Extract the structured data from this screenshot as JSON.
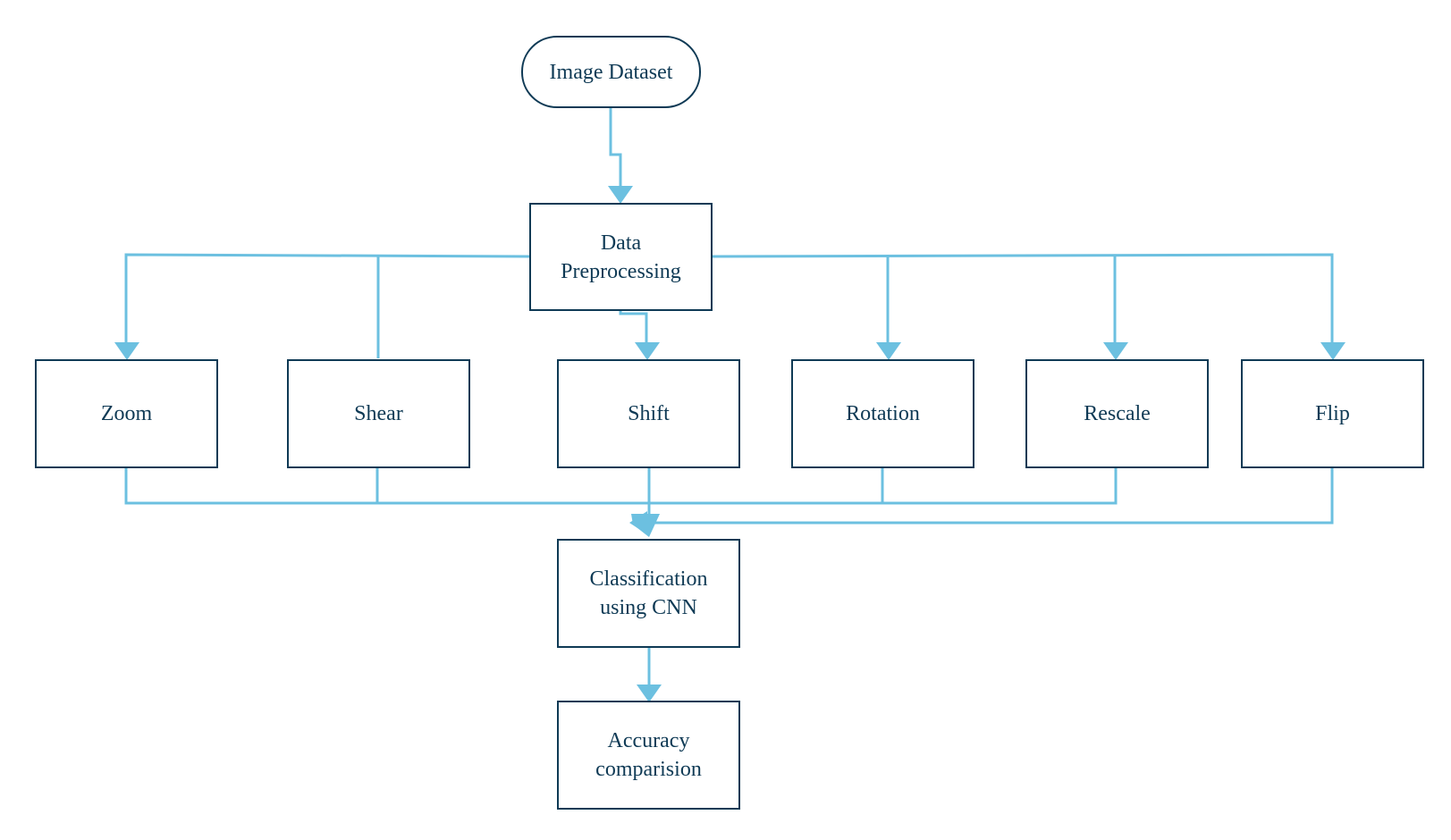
{
  "colors": {
    "connector": "#6cc0e0",
    "box_border": "#0f3a55",
    "text": "#0f3a55",
    "background": "#ffffff"
  },
  "nodes": {
    "image_dataset": "Image Dataset",
    "data_preprocessing": "Data\nPreprocessing",
    "zoom": "Zoom",
    "shear": "Shear",
    "shift": "Shift",
    "rotation": "Rotation",
    "rescale": "Rescale",
    "flip": "Flip",
    "classification": "Classification\nusing CNN",
    "accuracy": "Accuracy\ncomparision"
  }
}
